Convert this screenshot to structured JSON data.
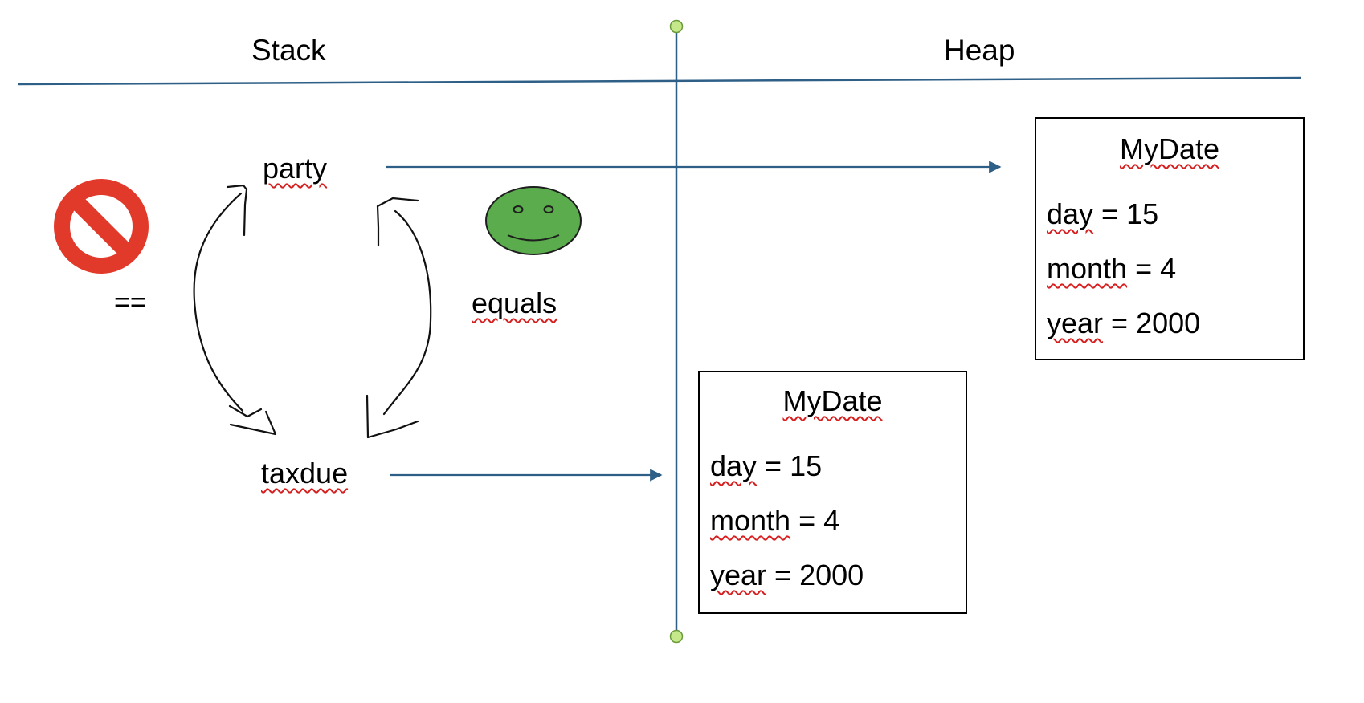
{
  "headings": {
    "stack": "Stack",
    "heap": "Heap"
  },
  "stack_vars": {
    "party": "party",
    "taxdue": "taxdue"
  },
  "comparisons": {
    "identity_op": "==",
    "identity_icon": "no-symbol-icon",
    "equality_method": "equals",
    "equality_icon": "smiley-face-icon"
  },
  "heap_objects": [
    {
      "title": "MyDate",
      "fields": [
        {
          "name": "day",
          "op": " = ",
          "value": "15"
        },
        {
          "name": "month",
          "op": " = ",
          "value": "4"
        },
        {
          "name": "year",
          "op": " = ",
          "value": "2000"
        }
      ]
    },
    {
      "title": "MyDate",
      "fields": [
        {
          "name": "day",
          "op": " = ",
          "value": "15"
        },
        {
          "name": "month",
          "op": " = ",
          "value": "4"
        },
        {
          "name": "year",
          "op": " = ",
          "value": "2000"
        }
      ]
    }
  ],
  "colors": {
    "divider": "#2e5f86",
    "arrow": "#2e5f86",
    "handle_fill": "#c5e88a",
    "handle_stroke": "#6a9a3a",
    "no_symbol": "#e23a2a",
    "smiley": "#5aac4c",
    "spell_underline": "#d62020"
  }
}
